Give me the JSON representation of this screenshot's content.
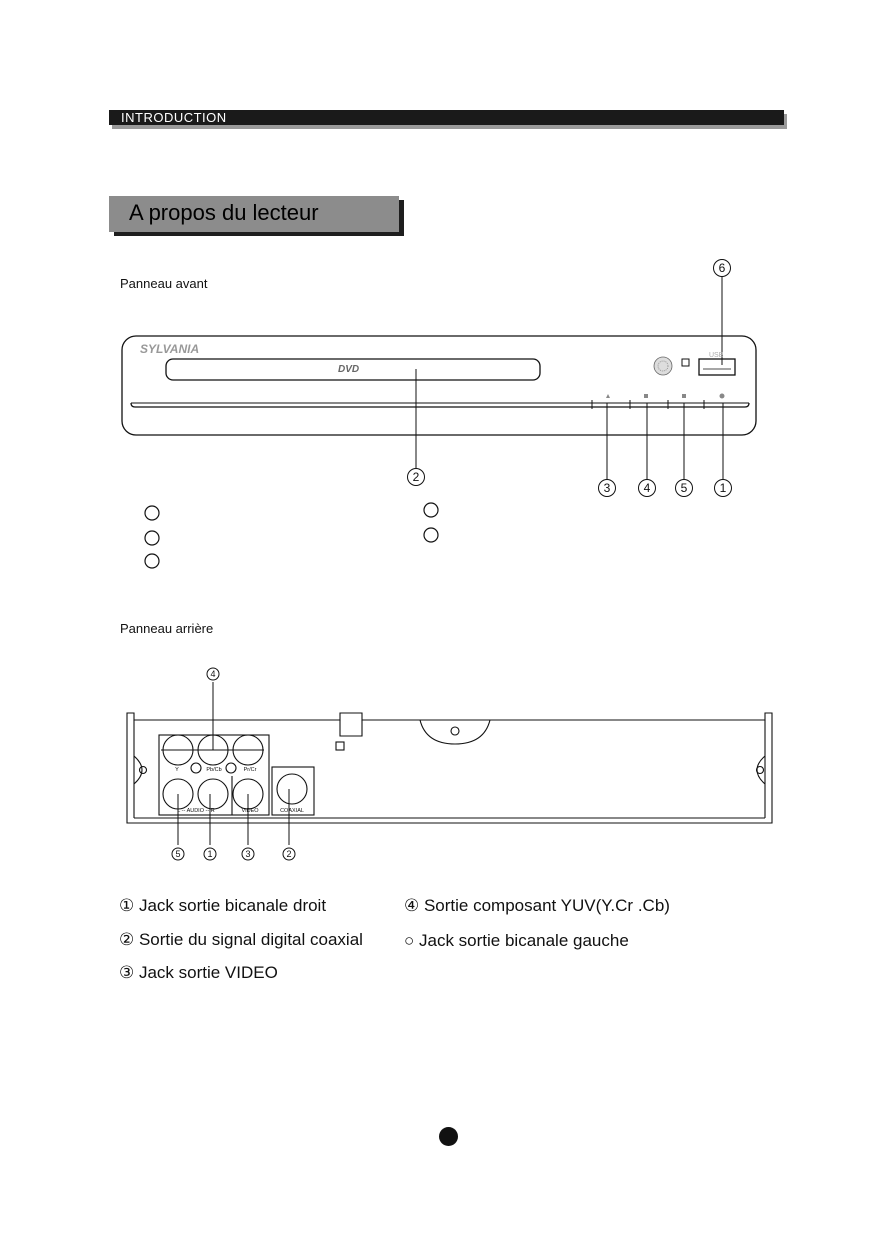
{
  "header": {
    "section": "INTRODUCTION"
  },
  "title": "A propos  du lecteur",
  "front_panel": {
    "label": "Panneau avant",
    "brand": "SYLVANIA",
    "disc_logo": "DVD",
    "usb_label": "USB",
    "callouts": [
      "6",
      "2",
      "3",
      "4",
      "5",
      "1"
    ]
  },
  "rear_panel": {
    "label": "Panneau arrière",
    "jack_labels": {
      "y": "Y",
      "pb": "Pb/Cb",
      "pr": "Pr/Cr",
      "audio": "L -- AUDIO -- R",
      "video": "VIDEO",
      "coaxial": "COAXIAL"
    },
    "callouts": [
      "4",
      "5",
      "1",
      "3",
      "2"
    ]
  },
  "legend": {
    "item1": "① Jack sortie bicanale droit",
    "item2": "② Sortie du signal digital coaxial",
    "item3": "③  Jack sortie VIDEO",
    "item4": "④ Sortie composant YUV(Y.Cr .Cb)",
    "item5": "○ Jack sortie bicanale  gauche"
  }
}
